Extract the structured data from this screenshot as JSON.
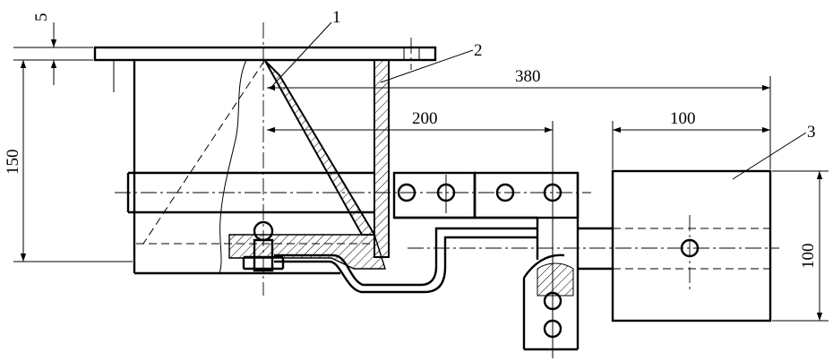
{
  "dimensions": {
    "top_gap": "5",
    "height": "150",
    "length_total": "380",
    "length_inner": "200",
    "width_block": "100",
    "height_block": "100"
  },
  "callouts": {
    "part1": "1",
    "part2": "2",
    "part3": "3"
  }
}
